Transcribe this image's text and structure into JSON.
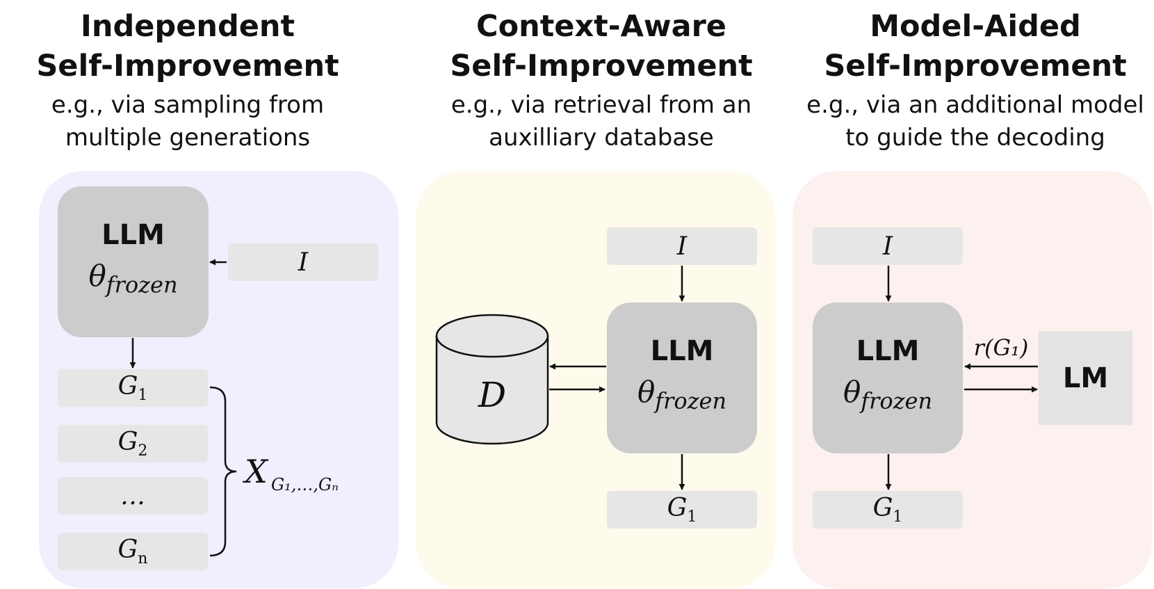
{
  "colors": {
    "panel_independent": "#efeffd",
    "panel_context": "#fefbec",
    "panel_model": "#fdf1ef",
    "box": "#e6e6e6",
    "llm": "#cccccc"
  },
  "columns": [
    {
      "title_line1": "Independent",
      "title_line2": "Self-Improvement",
      "sub_line1": "e.g., via sampling from",
      "sub_line2": "multiple generations",
      "llm_name": "LLM",
      "llm_param": "θ",
      "llm_param_sub": "frozen",
      "input": "I",
      "generations": [
        "G",
        "G",
        "…",
        "G"
      ],
      "generation_subs": [
        "1",
        "2",
        "",
        "n"
      ],
      "aggregate": "X",
      "aggregate_sub": "G₁,…,Gₙ"
    },
    {
      "title_line1": "Context-Aware",
      "title_line2": "Self-Improvement",
      "sub_line1": "e.g., via retrieval from an",
      "sub_line2": "auxilliary database",
      "input": "I",
      "database": "D",
      "llm_name": "LLM",
      "llm_param": "θ",
      "llm_param_sub": "frozen",
      "output": "G",
      "output_sub": "1"
    },
    {
      "title_line1": "Model-Aided",
      "title_line2": "Self-Improvement",
      "sub_line1": "e.g., via an additional model",
      "sub_line2": "to guide the decoding",
      "input": "I",
      "llm_name": "LLM",
      "llm_param": "θ",
      "llm_param_sub": "frozen",
      "helper_model": "LM",
      "feedback": "r(G₁)",
      "output": "G",
      "output_sub": "1"
    }
  ]
}
